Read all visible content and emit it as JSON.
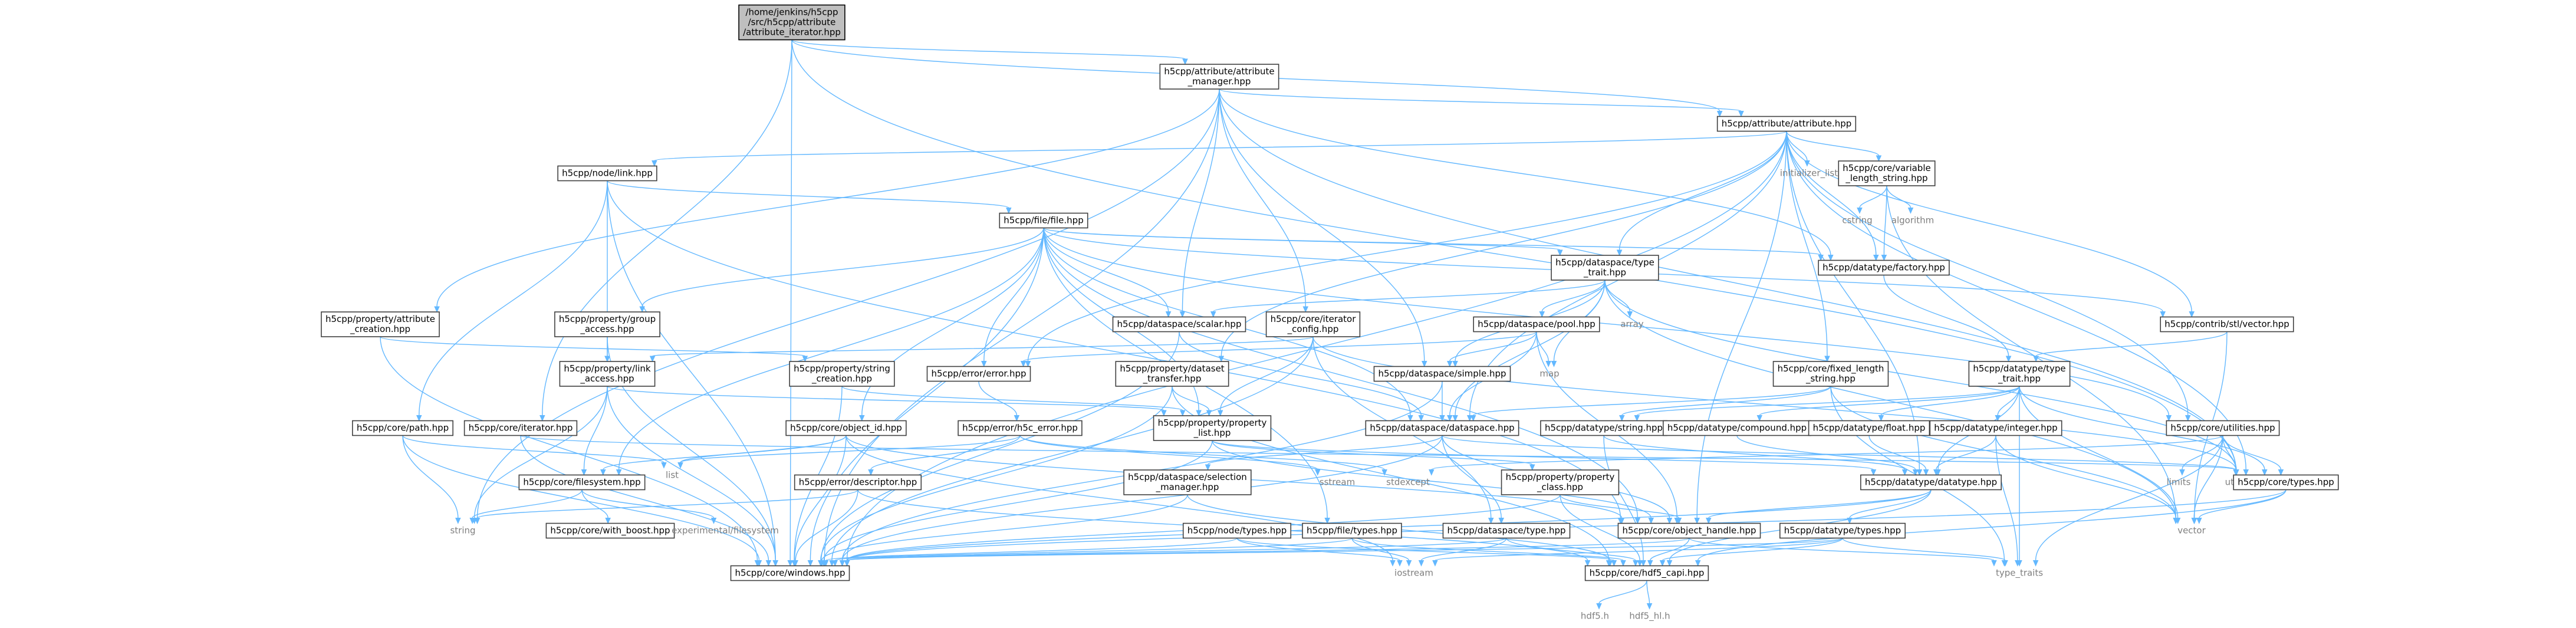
{
  "graph": {
    "title": "",
    "nodes": [
      {
        "id": "root",
        "lines": [
          "/home/jenkins/h5cpp",
          "/src/h5cpp/attribute",
          "/attribute_iterator.hpp"
        ],
        "kind": "root"
      },
      {
        "id": "am",
        "lines": [
          "h5cpp/attribute/attribute",
          "_manager.hpp"
        ],
        "kind": "file"
      },
      {
        "id": "attr",
        "lines": [
          "h5cpp/attribute/attribute.hpp"
        ],
        "kind": "file"
      },
      {
        "id": "link",
        "lines": [
          "h5cpp/node/link.hpp"
        ],
        "kind": "file"
      },
      {
        "id": "file",
        "lines": [
          "h5cpp/file/file.hpp"
        ],
        "kind": "file"
      },
      {
        "id": "initlist",
        "lines": [
          "initializer_list"
        ],
        "kind": "ext"
      },
      {
        "id": "varlen",
        "lines": [
          "h5cpp/core/variable",
          "_length_string.hpp"
        ],
        "kind": "file"
      },
      {
        "id": "cstring",
        "lines": [
          "cstring"
        ],
        "kind": "ext"
      },
      {
        "id": "algorithm",
        "lines": [
          "algorithm"
        ],
        "kind": "ext"
      },
      {
        "id": "dstrait",
        "lines": [
          "h5cpp/dataspace/type",
          "_trait.hpp"
        ],
        "kind": "file"
      },
      {
        "id": "dtfactory",
        "lines": [
          "h5cpp/datatype/factory.hpp"
        ],
        "kind": "file"
      },
      {
        "id": "stdvec",
        "lines": [
          "h5cpp/contrib/stl/vector.hpp"
        ],
        "kind": "file"
      },
      {
        "id": "array",
        "lines": [
          "array"
        ],
        "kind": "ext"
      },
      {
        "id": "propattr",
        "lines": [
          "h5cpp/property/attribute",
          "_creation.hpp"
        ],
        "kind": "file"
      },
      {
        "id": "propgroup",
        "lines": [
          "h5cpp/property/group",
          "_access.hpp"
        ],
        "kind": "file"
      },
      {
        "id": "scalar",
        "lines": [
          "h5cpp/dataspace/scalar.hpp"
        ],
        "kind": "file"
      },
      {
        "id": "itercfg",
        "lines": [
          "h5cpp/core/iterator",
          "_config.hpp"
        ],
        "kind": "file"
      },
      {
        "id": "pool",
        "lines": [
          "h5cpp/dataspace/pool.hpp"
        ],
        "kind": "file"
      },
      {
        "id": "map",
        "lines": [
          "map"
        ],
        "kind": "ext"
      },
      {
        "id": "fixedlen",
        "lines": [
          "h5cpp/core/fixed_length",
          "_string.hpp"
        ],
        "kind": "file"
      },
      {
        "id": "dttrait",
        "lines": [
          "h5cpp/datatype/type",
          "_trait.hpp"
        ],
        "kind": "file"
      },
      {
        "id": "proplink",
        "lines": [
          "h5cpp/property/link",
          "_access.hpp"
        ],
        "kind": "file"
      },
      {
        "id": "propstr",
        "lines": [
          "h5cpp/property/string",
          "_creation.hpp"
        ],
        "kind": "file"
      },
      {
        "id": "error",
        "lines": [
          "h5cpp/error/error.hpp"
        ],
        "kind": "file"
      },
      {
        "id": "dsxfer",
        "lines": [
          "h5cpp/property/dataset",
          "_transfer.hpp"
        ],
        "kind": "file"
      },
      {
        "id": "simple",
        "lines": [
          "h5cpp/dataspace/simple.hpp"
        ],
        "kind": "file"
      },
      {
        "id": "path",
        "lines": [
          "h5cpp/core/path.hpp"
        ],
        "kind": "file"
      },
      {
        "id": "iterator",
        "lines": [
          "h5cpp/core/iterator.hpp"
        ],
        "kind": "file"
      },
      {
        "id": "objid",
        "lines": [
          "h5cpp/core/object_id.hpp"
        ],
        "kind": "file"
      },
      {
        "id": "h5cerr",
        "lines": [
          "h5cpp/error/h5c_error.hpp"
        ],
        "kind": "file"
      },
      {
        "id": "proplist",
        "lines": [
          "h5cpp/property/property",
          "_list.hpp"
        ],
        "kind": "file"
      },
      {
        "id": "dataspace",
        "lines": [
          "h5cpp/dataspace/dataspace.hpp"
        ],
        "kind": "file"
      },
      {
        "id": "dtstring",
        "lines": [
          "h5cpp/datatype/string.hpp"
        ],
        "kind": "file"
      },
      {
        "id": "compound",
        "lines": [
          "h5cpp/datatype/compound.hpp"
        ],
        "kind": "file"
      },
      {
        "id": "float",
        "lines": [
          "h5cpp/datatype/float.hpp"
        ],
        "kind": "file"
      },
      {
        "id": "integer",
        "lines": [
          "h5cpp/datatype/integer.hpp"
        ],
        "kind": "file"
      },
      {
        "id": "utilities",
        "lines": [
          "h5cpp/core/utilities.hpp"
        ],
        "kind": "file"
      },
      {
        "id": "list",
        "lines": [
          "list"
        ],
        "kind": "ext"
      },
      {
        "id": "filesystem",
        "lines": [
          "h5cpp/core/filesystem.hpp"
        ],
        "kind": "file"
      },
      {
        "id": "descriptor",
        "lines": [
          "h5cpp/error/descriptor.hpp"
        ],
        "kind": "file"
      },
      {
        "id": "sstream",
        "lines": [
          "sstream"
        ],
        "kind": "ext"
      },
      {
        "id": "stdexcept",
        "lines": [
          "stdexcept"
        ],
        "kind": "ext"
      },
      {
        "id": "selmgr",
        "lines": [
          "h5cpp/dataspace/selection",
          "_manager.hpp"
        ],
        "kind": "file"
      },
      {
        "id": "propclass",
        "lines": [
          "h5cpp/property/property",
          "_class.hpp"
        ],
        "kind": "file"
      },
      {
        "id": "datatype",
        "lines": [
          "h5cpp/datatype/datatype.hpp"
        ],
        "kind": "file"
      },
      {
        "id": "limits",
        "lines": [
          "limits"
        ],
        "kind": "ext"
      },
      {
        "id": "utility",
        "lines": [
          "utility"
        ],
        "kind": "ext"
      },
      {
        "id": "types",
        "lines": [
          "h5cpp/core/types.hpp"
        ],
        "kind": "file"
      },
      {
        "id": "string",
        "lines": [
          "string"
        ],
        "kind": "ext"
      },
      {
        "id": "withboost",
        "lines": [
          "h5cpp/core/with_boost.hpp"
        ],
        "kind": "file"
      },
      {
        "id": "expfs",
        "lines": [
          "experimental/filesystem"
        ],
        "kind": "ext"
      },
      {
        "id": "nodetypes",
        "lines": [
          "h5cpp/node/types.hpp"
        ],
        "kind": "file"
      },
      {
        "id": "filetypes",
        "lines": [
          "h5cpp/file/types.hpp"
        ],
        "kind": "file"
      },
      {
        "id": "dstype",
        "lines": [
          "h5cpp/dataspace/type.hpp"
        ],
        "kind": "file"
      },
      {
        "id": "objhandle",
        "lines": [
          "h5cpp/core/object_handle.hpp"
        ],
        "kind": "file"
      },
      {
        "id": "dttypes",
        "lines": [
          "h5cpp/datatype/types.hpp"
        ],
        "kind": "file"
      },
      {
        "id": "vector",
        "lines": [
          "vector"
        ],
        "kind": "ext"
      },
      {
        "id": "windows",
        "lines": [
          "h5cpp/core/windows.hpp"
        ],
        "kind": "file"
      },
      {
        "id": "iostream",
        "lines": [
          "iostream"
        ],
        "kind": "ext"
      },
      {
        "id": "hdf5capi",
        "lines": [
          "h5cpp/core/hdf5_capi.hpp"
        ],
        "kind": "file"
      },
      {
        "id": "typetraits",
        "lines": [
          "type_traits"
        ],
        "kind": "ext"
      },
      {
        "id": "hdf5h",
        "lines": [
          "hdf5.h"
        ],
        "kind": "ext"
      },
      {
        "id": "hdf5hlh",
        "lines": [
          "hdf5_hl.h"
        ],
        "kind": "ext"
      }
    ],
    "edges": [
      [
        "root",
        "am"
      ],
      [
        "root",
        "attr"
      ],
      [
        "root",
        "windows"
      ],
      [
        "root",
        "iterator"
      ],
      [
        "root",
        "types"
      ],
      [
        "am",
        "attr"
      ],
      [
        "am",
        "windows"
      ],
      [
        "am",
        "string"
      ],
      [
        "am",
        "propattr"
      ],
      [
        "am",
        "scalar"
      ],
      [
        "am",
        "simple"
      ],
      [
        "am",
        "itercfg"
      ],
      [
        "am",
        "dtfactory"
      ],
      [
        "am",
        "types"
      ],
      [
        "attr",
        "link"
      ],
      [
        "attr",
        "initlist"
      ],
      [
        "attr",
        "varlen"
      ],
      [
        "attr",
        "dstrait"
      ],
      [
        "attr",
        "dtfactory"
      ],
      [
        "attr",
        "stdvec"
      ],
      [
        "attr",
        "fixedlen"
      ],
      [
        "attr",
        "error"
      ],
      [
        "attr",
        "dsxfer"
      ],
      [
        "attr",
        "dataspace"
      ],
      [
        "attr",
        "datatype"
      ],
      [
        "attr",
        "utilities"
      ],
      [
        "attr",
        "types"
      ],
      [
        "attr",
        "objhandle"
      ],
      [
        "attr",
        "windows"
      ],
      [
        "link",
        "file"
      ],
      [
        "link",
        "path"
      ],
      [
        "link",
        "proplink"
      ],
      [
        "link",
        "objhandle"
      ],
      [
        "link",
        "windows"
      ],
      [
        "file",
        "propgroup"
      ],
      [
        "file",
        "scalar"
      ],
      [
        "file",
        "dstrait"
      ],
      [
        "file",
        "dtfactory"
      ],
      [
        "file",
        "error"
      ],
      [
        "file",
        "objid"
      ],
      [
        "file",
        "dataspace"
      ],
      [
        "file",
        "filesystem"
      ],
      [
        "file",
        "utilities"
      ],
      [
        "file",
        "objhandle"
      ],
      [
        "file",
        "filetypes"
      ],
      [
        "file",
        "windows"
      ],
      [
        "file",
        "proplist"
      ],
      [
        "file",
        "stdvec"
      ],
      [
        "varlen",
        "cstring"
      ],
      [
        "varlen",
        "algorithm"
      ],
      [
        "varlen",
        "vector"
      ],
      [
        "varlen",
        "dtfactory"
      ],
      [
        "dstrait",
        "scalar"
      ],
      [
        "dstrait",
        "pool"
      ],
      [
        "dstrait",
        "array"
      ],
      [
        "dstrait",
        "map"
      ],
      [
        "dstrait",
        "dataspace"
      ],
      [
        "dstrait",
        "simple"
      ],
      [
        "dstrait",
        "vector"
      ],
      [
        "dstrait",
        "types"
      ],
      [
        "dtfactory",
        "dttrait"
      ],
      [
        "stdvec",
        "dttrait"
      ],
      [
        "stdvec",
        "vector"
      ],
      [
        "propattr",
        "propstr"
      ],
      [
        "propattr",
        "windows"
      ],
      [
        "propgroup",
        "proplink"
      ],
      [
        "propgroup",
        "windows"
      ],
      [
        "scalar",
        "dataspace"
      ],
      [
        "scalar",
        "windows"
      ],
      [
        "itercfg",
        "proplink"
      ],
      [
        "itercfg",
        "dstype"
      ],
      [
        "itercfg",
        "windows"
      ],
      [
        "itercfg",
        "proplist"
      ],
      [
        "itercfg",
        "types"
      ],
      [
        "pool",
        "simple"
      ],
      [
        "pool",
        "error"
      ],
      [
        "pool",
        "dataspace"
      ],
      [
        "pool",
        "map"
      ],
      [
        "pool",
        "objhandle"
      ],
      [
        "fixedlen",
        "dataspace"
      ],
      [
        "fixedlen",
        "dtstring"
      ],
      [
        "fixedlen",
        "vector"
      ],
      [
        "fixedlen",
        "typetraits"
      ],
      [
        "dttrait",
        "dtstring"
      ],
      [
        "dttrait",
        "compound"
      ],
      [
        "dttrait",
        "float"
      ],
      [
        "dttrait",
        "integer"
      ],
      [
        "dttrait",
        "datatype"
      ],
      [
        "dttrait",
        "vector"
      ],
      [
        "dttrait",
        "typetraits"
      ],
      [
        "dttrait",
        "types"
      ],
      [
        "proplink",
        "proplist"
      ],
      [
        "proplink",
        "filesystem"
      ],
      [
        "proplink",
        "windows"
      ],
      [
        "proplink",
        "string"
      ],
      [
        "propstr",
        "proplist"
      ],
      [
        "propstr",
        "windows"
      ],
      [
        "error",
        "h5cerr"
      ],
      [
        "dsxfer",
        "proplist"
      ],
      [
        "dsxfer",
        "windows"
      ],
      [
        "dsxfer",
        "hdf5capi"
      ],
      [
        "simple",
        "dataspace"
      ],
      [
        "simple",
        "windows"
      ],
      [
        "path",
        "list"
      ],
      [
        "path",
        "string"
      ],
      [
        "path",
        "windows"
      ],
      [
        "iterator",
        "windows"
      ],
      [
        "iterator",
        "types"
      ],
      [
        "objid",
        "list"
      ],
      [
        "objid",
        "filesystem"
      ],
      [
        "objid",
        "objhandle"
      ],
      [
        "objid",
        "windows"
      ],
      [
        "objid",
        "iostream"
      ],
      [
        "h5cerr",
        "descriptor"
      ],
      [
        "h5cerr",
        "sstream"
      ],
      [
        "h5cerr",
        "stdexcept"
      ],
      [
        "h5cerr",
        "list"
      ],
      [
        "proplist",
        "propclass"
      ],
      [
        "proplist",
        "objhandle"
      ],
      [
        "proplist",
        "windows"
      ],
      [
        "proplist",
        "datatype"
      ],
      [
        "dataspace",
        "selmgr"
      ],
      [
        "dataspace",
        "dstype"
      ],
      [
        "dataspace",
        "objhandle"
      ],
      [
        "dataspace",
        "windows"
      ],
      [
        "dataspace",
        "types"
      ],
      [
        "dtstring",
        "datatype"
      ],
      [
        "dtstring",
        "hdf5capi"
      ],
      [
        "compound",
        "datatype"
      ],
      [
        "float",
        "datatype"
      ],
      [
        "integer",
        "datatype"
      ],
      [
        "integer",
        "vector"
      ],
      [
        "integer",
        "typetraits"
      ],
      [
        "utilities",
        "types"
      ],
      [
        "utilities",
        "limits"
      ],
      [
        "utilities",
        "utility"
      ],
      [
        "utilities",
        "stdexcept"
      ],
      [
        "utilities",
        "vector"
      ],
      [
        "utilities",
        "typetraits"
      ],
      [
        "filesystem",
        "string"
      ],
      [
        "filesystem",
        "withboost"
      ],
      [
        "filesystem",
        "expfs"
      ],
      [
        "descriptor",
        "string"
      ],
      [
        "descriptor",
        "windows"
      ],
      [
        "descriptor",
        "hdf5capi"
      ],
      [
        "selmgr",
        "windows"
      ],
      [
        "selmgr",
        "hdf5capi"
      ],
      [
        "propclass",
        "objhandle"
      ],
      [
        "propclass",
        "windows"
      ],
      [
        "propclass",
        "hdf5capi"
      ],
      [
        "datatype",
        "objhandle"
      ],
      [
        "datatype",
        "dttypes"
      ],
      [
        "datatype",
        "windows"
      ],
      [
        "datatype",
        "hdf5capi"
      ],
      [
        "types",
        "vector"
      ],
      [
        "types",
        "hdf5capi"
      ],
      [
        "types",
        "windows"
      ],
      [
        "nodetypes",
        "windows"
      ],
      [
        "nodetypes",
        "iostream"
      ],
      [
        "nodetypes",
        "hdf5capi"
      ],
      [
        "filetypes",
        "windows"
      ],
      [
        "filetypes",
        "hdf5capi"
      ],
      [
        "filetypes",
        "iostream"
      ],
      [
        "dstype",
        "windows"
      ],
      [
        "dstype",
        "hdf5capi"
      ],
      [
        "dstype",
        "iostream"
      ],
      [
        "objhandle",
        "windows"
      ],
      [
        "objhandle",
        "hdf5capi"
      ],
      [
        "objhandle",
        "typetraits"
      ],
      [
        "dttypes",
        "windows"
      ],
      [
        "dttypes",
        "iostream"
      ],
      [
        "dttypes",
        "hdf5capi"
      ],
      [
        "dttypes",
        "typetraits"
      ],
      [
        "hdf5capi",
        "hdf5h"
      ],
      [
        "hdf5capi",
        "hdf5hlh"
      ]
    ]
  }
}
